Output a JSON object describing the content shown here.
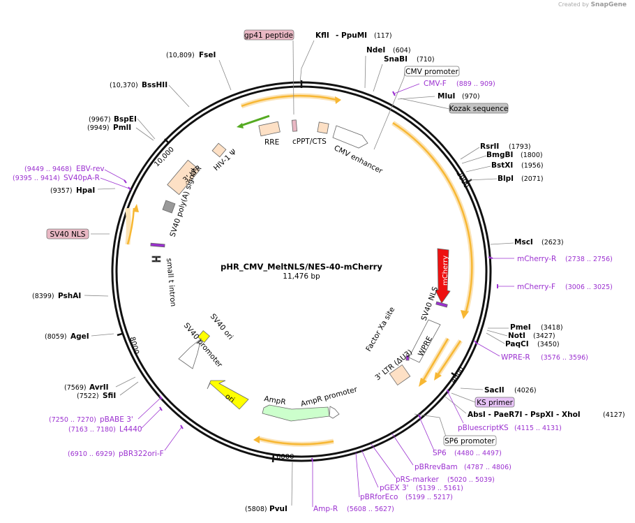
{
  "credit": {
    "prefix": "Created by",
    "brand": "SnapGene"
  },
  "plasmid": {
    "name": "pHR_CMV_MeltNLS/NES-40-mCherry",
    "length": "11,476 bp"
  },
  "scale_ticks": [
    "2000",
    "4000",
    "6000",
    "8000",
    "10,000"
  ],
  "enzymes": {
    "KflI": {
      "name": "KflI",
      "pos": ""
    },
    "PpuMI": {
      "name": "-  PpuMI",
      "pos": "(117)"
    },
    "NdeI": {
      "name": "NdeI",
      "pos": "(604)"
    },
    "SnaBI": {
      "name": "SnaBI",
      "pos": "(710)"
    },
    "MluI": {
      "name": "MluI",
      "pos": "(970)"
    },
    "RsrII": {
      "name": "RsrII",
      "pos": "(1793)"
    },
    "BmgBI": {
      "name": "BmgBI",
      "pos": "(1800)"
    },
    "BstXI": {
      "name": "BstXI",
      "pos": "(1956)"
    },
    "BlpI": {
      "name": "BlpI",
      "pos": "(2071)"
    },
    "MscI": {
      "name": "MscI",
      "pos": "(2623)"
    },
    "PmeI": {
      "name": "PmeI",
      "pos": "(3418)"
    },
    "NotI": {
      "name": "NotI",
      "pos": "(3427)"
    },
    "PaqCI": {
      "name": "PaqCI",
      "pos": "(3450)"
    },
    "SacII": {
      "name": "SacII",
      "pos": "(4026)"
    },
    "AbsI": {
      "name": "AbsI  -  PaeR7I  -  PspXI  -  XhoI",
      "pos": "(4127)"
    },
    "PvuI": {
      "name": "PvuI",
      "pos": "(5808)"
    },
    "SfiI": {
      "name": "SfiI",
      "pos": "(7522)"
    },
    "AvrII": {
      "name": "AvrII",
      "pos": "(7569)"
    },
    "AgeI": {
      "name": "AgeI",
      "pos": "(8059)"
    },
    "PshAI": {
      "name": "PshAI",
      "pos": "(8399)"
    },
    "HpaI": {
      "name": "HpaI",
      "pos": "(9357)"
    },
    "PmlI": {
      "name": "PmlI",
      "pos": "(9949)"
    },
    "BspEI": {
      "name": "BspEI",
      "pos": "(9967)"
    },
    "BssHII": {
      "name": "BssHII",
      "pos": "(10,370)"
    },
    "FseI": {
      "name": "FseI",
      "pos": "(10,809)"
    }
  },
  "primers": {
    "CMVF": {
      "name": "CMV-F",
      "pos": "(889 .. 909)"
    },
    "mCherryR": {
      "name": "mCherry-R",
      "pos": "(2738 .. 2756)"
    },
    "mCherryF": {
      "name": "mCherry-F",
      "pos": "(3006 .. 3025)"
    },
    "WPRER": {
      "name": "WPRE-R",
      "pos": "(3576 .. 3596)"
    },
    "pBluescriptKS": {
      "name": "pBluescriptKS",
      "pos": "(4115 .. 4131)"
    },
    "SP6": {
      "name": "SP6",
      "pos": "(4480 .. 4497)"
    },
    "pBRrevBam": {
      "name": "pBRrevBam",
      "pos": "(4787 .. 4806)"
    },
    "pRSmarker": {
      "name": "pRS-marker",
      "pos": "(5020 .. 5039)"
    },
    "pGEX3": {
      "name": "pGEX 3'",
      "pos": "(5139 .. 5161)"
    },
    "pBRforEco": {
      "name": "pBRforEco",
      "pos": "(5199 .. 5217)"
    },
    "AmpR": {
      "name": "Amp-R",
      "pos": "(5608 .. 5627)"
    },
    "pBR322ori": {
      "name": "pBR322ori-F",
      "pos": "(6910 .. 6929)"
    },
    "L4440": {
      "name": "L4440",
      "pos": "(7163 .. 7180)"
    },
    "pBABE3": {
      "name": "pBABE 3'",
      "pos": "(7250 .. 7270)"
    },
    "SV40pAR": {
      "name": "SV40pA-R",
      "pos": "(9395 .. 9414)"
    },
    "EBVrev": {
      "name": "EBV-rev",
      "pos": "(9449 .. 9468)"
    }
  },
  "boxed_labels": {
    "gp41": "gp41 peptide",
    "cmv_promoter": "CMV promoter",
    "kozak": "Kozak sequence",
    "ks_primer": "KS primer",
    "sp6_promoter": "SP6 promoter",
    "sv40_nls": "SV40 NLS"
  },
  "features": {
    "rre": "RRE",
    "cppt": "cPPT/CTS",
    "cmv_enhancer": "CMV enhancer",
    "ltr3": "3' LTR",
    "hiv": "HIV-1 Ψ",
    "sv40_polya": "SV40 poly(A) signal",
    "small_t": "small t intron",
    "sv40_ori": "SV40 ori",
    "sv40_promoter": "SV40 promoter",
    "ori": "ori",
    "ampr": "AmpR",
    "ampr_promoter": "AmpR promoter",
    "ltr_du3": "3' LTR (ΔU3)",
    "factor_xa": "Factor Xa site",
    "wpre": "WPRE",
    "sv40_nls_inner": "SV40 NLS",
    "mcherry": "mCherry"
  },
  "colors": {
    "orf_fill": "#f7b733",
    "orf_glow": "#fbe3b6",
    "ltr": "#fde0c5",
    "primer": "#9b30d0",
    "mcherry": "#ee1111",
    "ori": "#ffff00",
    "ampr": "#ccffcc",
    "hiv_arrow": "#55aa22",
    "boxed_gp41": "#e9b8c4",
    "boxed_kozak": "#c4c4c4",
    "boxed_ks": "#e7c3f7"
  }
}
